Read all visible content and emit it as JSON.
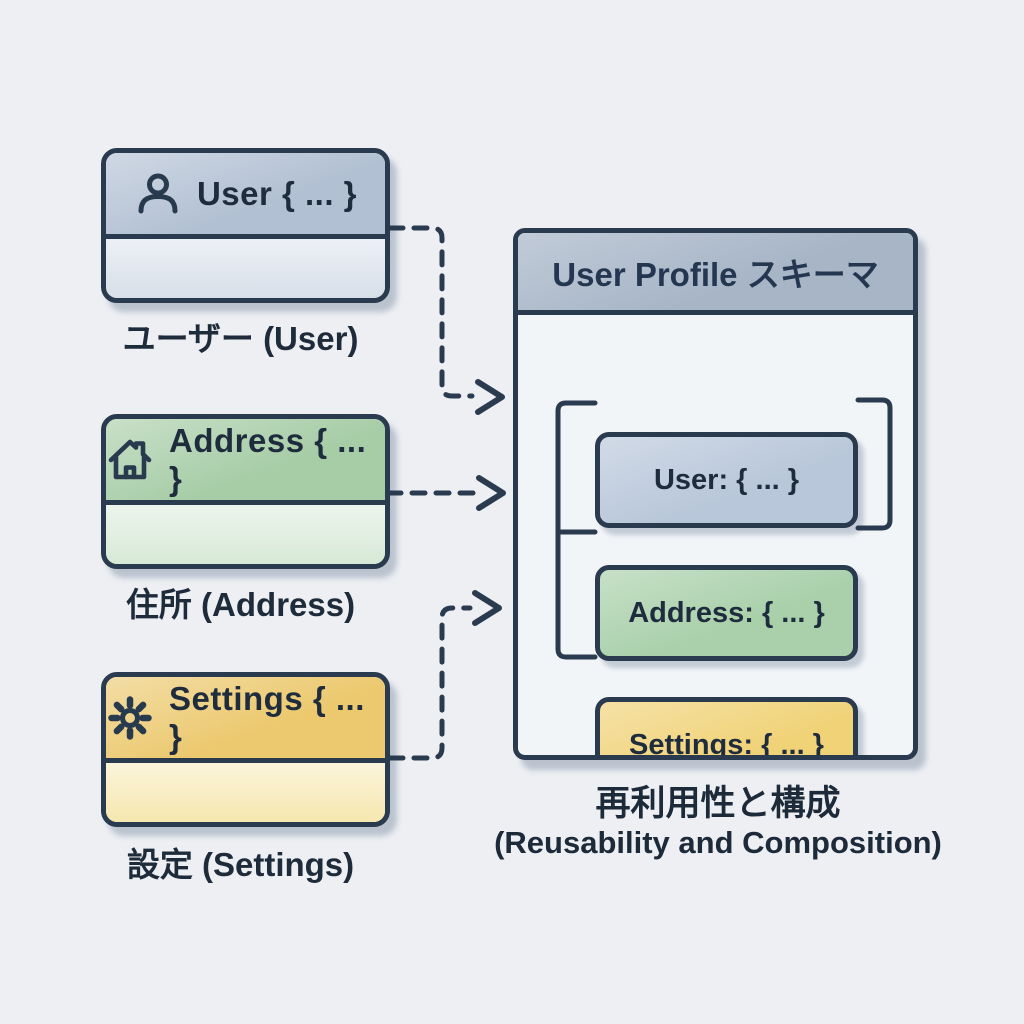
{
  "colors": {
    "background": "#edeff3",
    "stroke": "#2b3b4f",
    "text": "#1e2c3e",
    "user_header": "#b2c0d3",
    "user_body": "#d7dfe9",
    "address_header": "#a7cda7",
    "address_body": "#d7e9d6",
    "settings_header": "#ecc96f",
    "settings_body": "#f6e7af",
    "panel_header": "#a7b5c7",
    "panel_body": "#f2f5f8",
    "field_user": "#b9c7da",
    "field_address": "#a9d0aa",
    "field_settings": "#f0d277"
  },
  "source_boxes": [
    {
      "icon": "user-icon",
      "title": "User { ... }",
      "caption": "ユーザー (User)"
    },
    {
      "icon": "home-icon",
      "title": "Address { ... }",
      "caption": "住所 (Address)"
    },
    {
      "icon": "gear-icon",
      "title": "Settings { ... }",
      "caption": "設定 (Settings)"
    }
  ],
  "schema_panel": {
    "title": "User Profile スキーマ",
    "fields": [
      {
        "label": "User: { ... }"
      },
      {
        "label": "Address: { ... }"
      },
      {
        "label": "Settings: { ... }"
      }
    ]
  },
  "footer_caption": {
    "line1": "再利用性と構成",
    "line2": "(Reusability and Composition)"
  }
}
